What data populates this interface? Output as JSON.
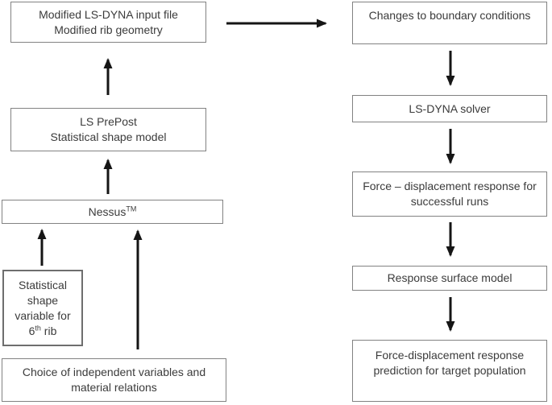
{
  "diagram": {
    "type": "flowchart",
    "colors": {
      "background": "#ffffff",
      "box_fill": "#ffffff",
      "box_border": "#828282",
      "text": "#3b3b3b",
      "arrow": "#151515"
    },
    "left_column": {
      "modified_input": {
        "line1": "Modified LS-DYNA input file",
        "line2": "Modified rib geometry"
      },
      "ls_prepost": {
        "line1": "LS PrePost",
        "line2": "Statistical shape model"
      },
      "nessus": {
        "text": "Nessus",
        "sup": "TM"
      },
      "shape_variable": {
        "line1": "Statistical",
        "line2": "shape",
        "line3": "variable for",
        "line4_num": "6",
        "line4_sup": "th",
        "line4_rest": " rib"
      },
      "choice": {
        "text": "Choice of independent variables and material relations"
      }
    },
    "right_column": {
      "boundary": {
        "text": "Changes to boundary conditions"
      },
      "solver": {
        "text": "LS-DYNA solver"
      },
      "force_response": {
        "text": "Force – displacement response for successful runs"
      },
      "surface_model": {
        "text": "Response surface model"
      },
      "prediction": {
        "text": "Force-displacement response prediction for target population"
      }
    },
    "connections": [
      {
        "from": "Choice of independent variables and material relations",
        "to": "NessusTM",
        "direction": "up"
      },
      {
        "from": "Statistical shape variable for 6th rib",
        "to": "NessusTM",
        "direction": "up"
      },
      {
        "from": "NessusTM",
        "to": "LS PrePost Statistical shape model",
        "direction": "up"
      },
      {
        "from": "LS PrePost Statistical shape model",
        "to": "Modified LS-DYNA input file Modified rib geometry",
        "direction": "up"
      },
      {
        "from": "Modified LS-DYNA input file Modified rib geometry",
        "to": "Changes to boundary conditions",
        "direction": "right"
      },
      {
        "from": "Changes to boundary conditions",
        "to": "LS-DYNA solver",
        "direction": "down"
      },
      {
        "from": "LS-DYNA solver",
        "to": "Force – displacement response for successful runs",
        "direction": "down"
      },
      {
        "from": "Force – displacement response for successful runs",
        "to": "Response surface model",
        "direction": "down"
      },
      {
        "from": "Response surface model",
        "to": "Force-displacement response prediction for target population",
        "direction": "down"
      }
    ]
  }
}
